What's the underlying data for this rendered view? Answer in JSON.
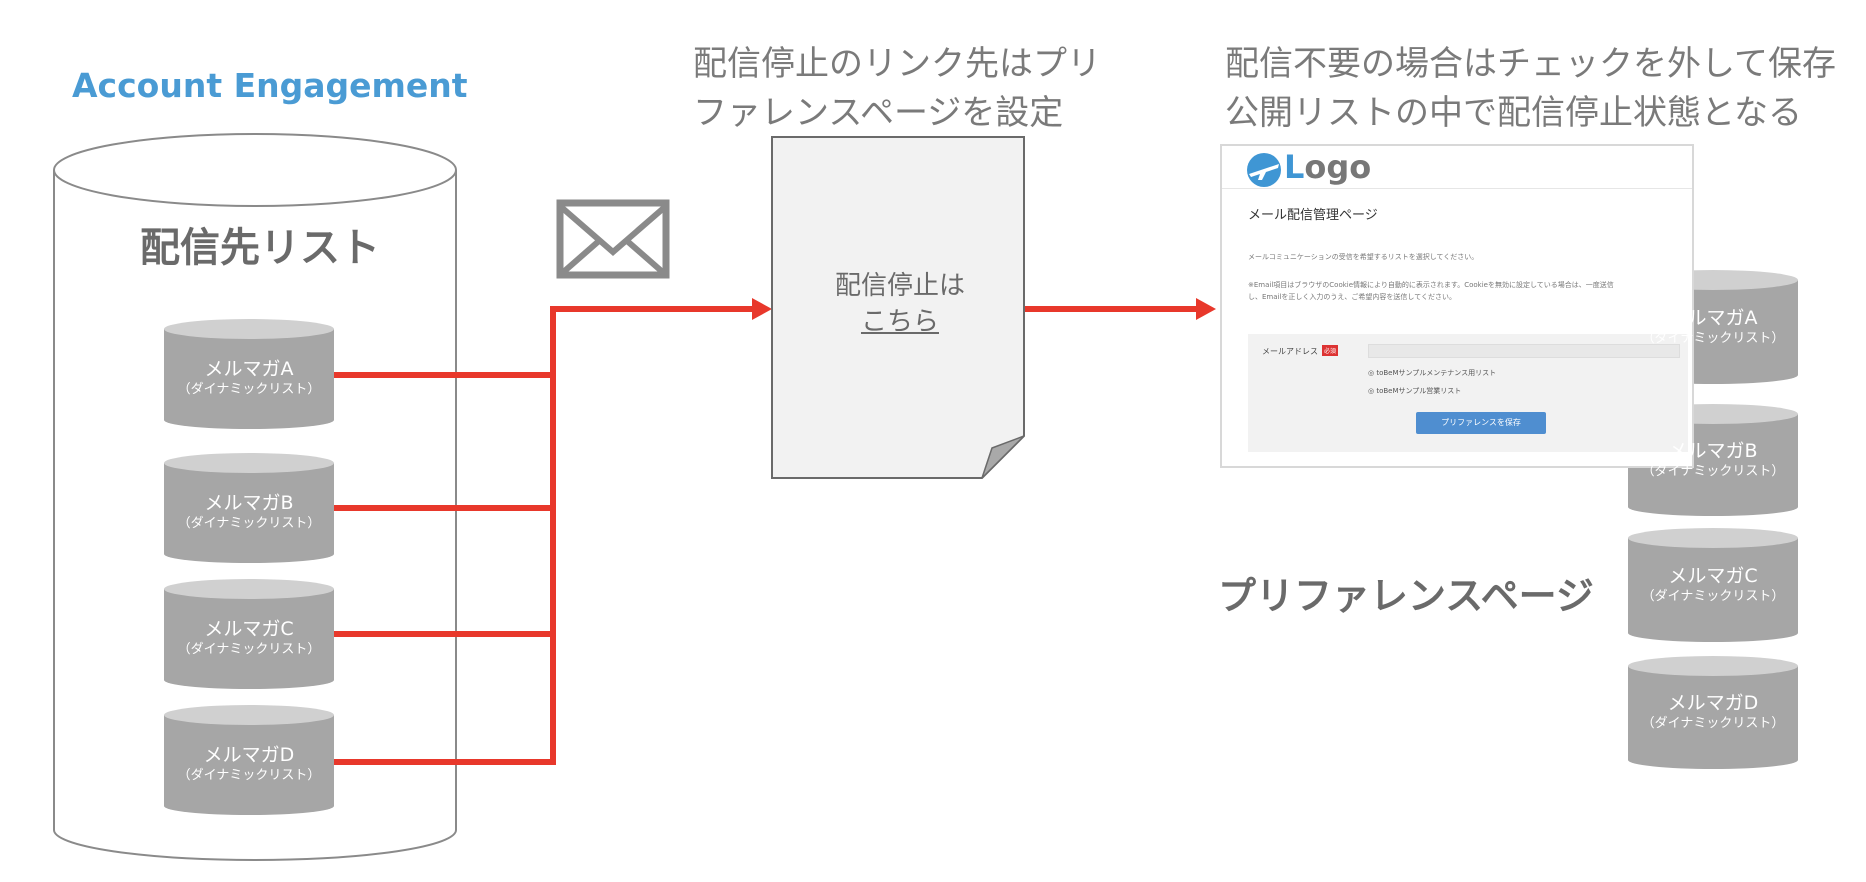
{
  "brand": "Account Engagement",
  "source_list_title": "配信先リスト",
  "lists": [
    {
      "name": "メルマガA",
      "type": "（ダイナミックリスト）"
    },
    {
      "name": "メルマガB",
      "type": "（ダイナミックリスト）"
    },
    {
      "name": "メルマガC",
      "type": "（ダイナミックリスト）"
    },
    {
      "name": "メルマガD",
      "type": "（ダイナミックリスト）"
    }
  ],
  "captions": {
    "unsubscribe_link": [
      "配信停止のリンク先はプリ",
      "ファレンスページを設定"
    ],
    "preference_action": [
      "配信不要の場合はチェックを外して保存",
      "公開リストの中で配信停止状態となる"
    ]
  },
  "email_document": {
    "text": "配信停止は",
    "link": "こちら"
  },
  "preference_page": {
    "caption": "プリファレンスページ",
    "logo": {
      "initial": "L",
      "rest": "ogo"
    },
    "title": "メール配信管理ページ",
    "intro": "メールコミュニケーションの受信を希望するリストを選択してください。",
    "note_line1": "※Email項目はブラウザのCookie情報により自動的に表示されます。Cookieを無効に設定している場合は、一度送信",
    "note_line2": "し、Emailを正しく入力のうえ、ご希望内容を送信してください。",
    "form": {
      "email_label": "メールアドレス",
      "required_badge": "必須",
      "options": [
        "toBeMサンプルメンテナンス用リスト",
        "toBeMサンプル営業リスト"
      ],
      "save_button": "プリファレンスを保存"
    }
  },
  "colors": {
    "brand": "#4a9bd4",
    "arrow": "#e8382b",
    "cylinder": "#a6a6a6",
    "cylinder_top": "#cfcfcf",
    "text_gray": "#7a7a7a"
  },
  "icons": [
    "envelope-icon",
    "airplane-logo-icon"
  ]
}
